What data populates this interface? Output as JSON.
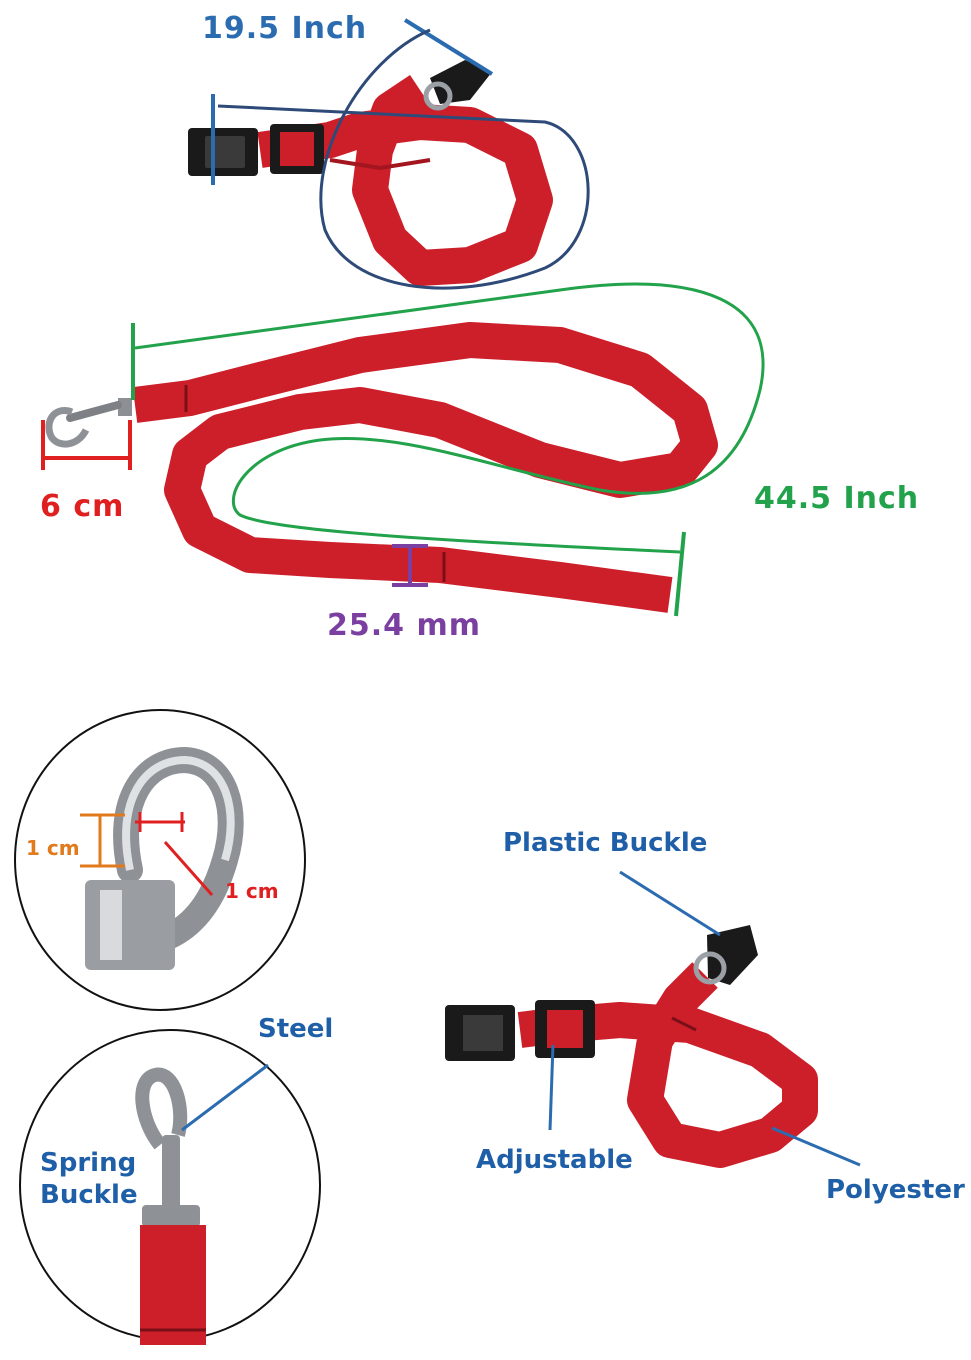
{
  "measurements": {
    "collar_length": "19.5 Inch",
    "leash_length": "44.5 Inch",
    "hook_length": "6 cm",
    "strap_width": "25.4 mm"
  },
  "detail_hook": {
    "opening_height": "1 cm",
    "opening_width": "1 cm"
  },
  "callouts": {
    "steel": "Steel",
    "spring_buckle_line1": "Spring",
    "spring_buckle_line2": "Buckle",
    "plastic_buckle": "Plastic Buckle",
    "adjustable": "Adjustable",
    "polyester": "Polyester"
  },
  "colors": {
    "strap_red": "#cc1f2a",
    "collar_annotation": "#2b6cb0",
    "leash_annotation": "#22a24a",
    "hook_annotation": "#e02020",
    "width_annotation": "#7a3fa0",
    "detail_orange": "#e07a1c",
    "callout_blue": "#1f5fa8"
  }
}
